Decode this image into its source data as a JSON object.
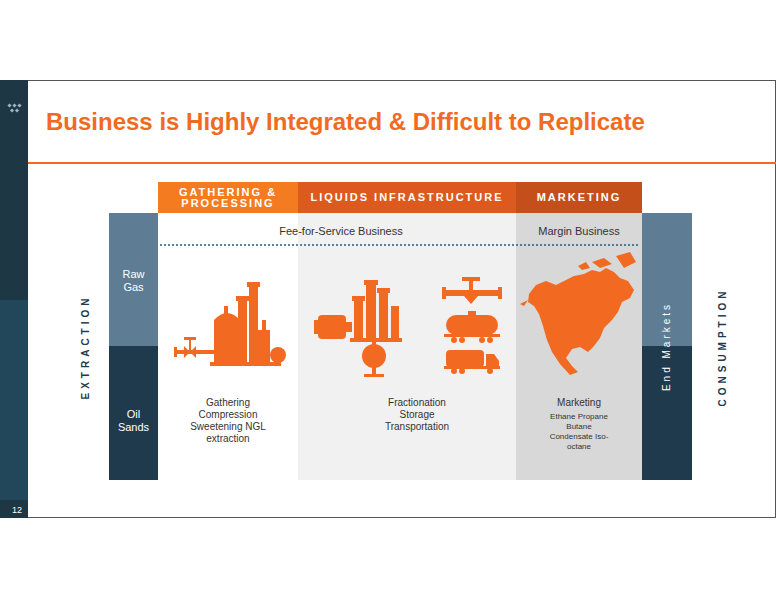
{
  "diagram": {
    "title": "Business is Highly Integrated & Difficult to Replicate",
    "nodes": [
      {
        "text": [
          "GATHERING & PROCESSING"
        ]
      },
      {
        "text": [
          "LIQUIDS INFRASTRUCTURE"
        ]
      },
      {
        "text": [
          "MARKETING"
        ]
      },
      {
        "text": [
          "Raw Gas"
        ]
      },
      {
        "text": [
          "Oil Sands"
        ]
      },
      {
        "text": [
          "Gathering Compression Sweetening NGL extraction"
        ]
      },
      {
        "text": [
          "Fractionation Storage Transportation"
        ]
      },
      {
        "text": [
          "Marketing",
          "Ethane Propane Butane Condensate Iso-octane"
        ]
      },
      {
        "text": [
          "End Markets"
        ]
      }
    ],
    "labels": [
      "EXTRACTION",
      "Fee-for-Service Business",
      "Margin Business",
      "CONSUMPTION",
      "12"
    ]
  }
}
